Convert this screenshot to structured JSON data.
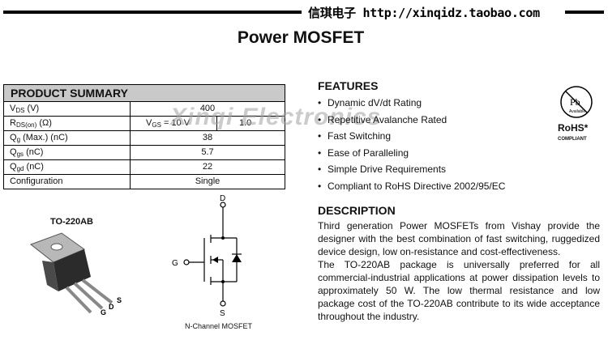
{
  "header": {
    "shop_banner": "信琪电子 http://xinqidz.taobao.com",
    "title": "Power MOSFET"
  },
  "watermark": "Xinqi Electronics",
  "summary": {
    "heading": "PRODUCT SUMMARY",
    "vds": {
      "sym": "V",
      "sub": "DS",
      "unit": " (V)",
      "value": "400"
    },
    "rds": {
      "sym": "R",
      "sub": "DS(on)",
      "unit": " (Ω)",
      "cond_sym": "V",
      "cond_sub": "GS",
      "cond_rest": " = 10 V",
      "value": "1.0"
    },
    "qg": {
      "sym": "Q",
      "sub": "g",
      "unit": " (Max.) (nC)",
      "value": "38"
    },
    "qgs": {
      "sym": "Q",
      "sub": "gs",
      "unit": " (nC)",
      "value": "5.7"
    },
    "qgd": {
      "sym": "Q",
      "sub": "gd",
      "unit": " (nC)",
      "value": "22"
    },
    "config": {
      "label": "Configuration",
      "value": "Single"
    }
  },
  "package": {
    "label": "TO-220AB",
    "pins": {
      "g": "G",
      "d": "D",
      "s": "S"
    }
  },
  "symbol": {
    "label": "N-Channel MOSFET",
    "d": "D",
    "g": "G",
    "s": "S"
  },
  "features": {
    "heading": "FEATURES",
    "items": [
      "Dynamic dV/dt Rating",
      "Repetitive Avalanche Rated",
      "Fast Switching",
      "Ease of Paralleling",
      "Simple Drive Requirements",
      "Compliant to RoHS Directive 2002/95/EC"
    ]
  },
  "rohs": {
    "pb": "Pb",
    "available": "Available",
    "label": "RoHS*",
    "compliant": "COMPLIANT"
  },
  "description": {
    "heading": "DESCRIPTION",
    "p1": "Third generation Power MOSFETs from Vishay provide the designer with the best combination of fast switching, ruggedized device design, low on-resistance and cost-effectiveness.",
    "p2": "The TO-220AB package is universally preferred for all commercial-industrial applications at power dissipation levels to approximately 50 W. The low thermal resistance and low package cost of the TO-220AB contribute to its wide acceptance throughout the industry."
  }
}
